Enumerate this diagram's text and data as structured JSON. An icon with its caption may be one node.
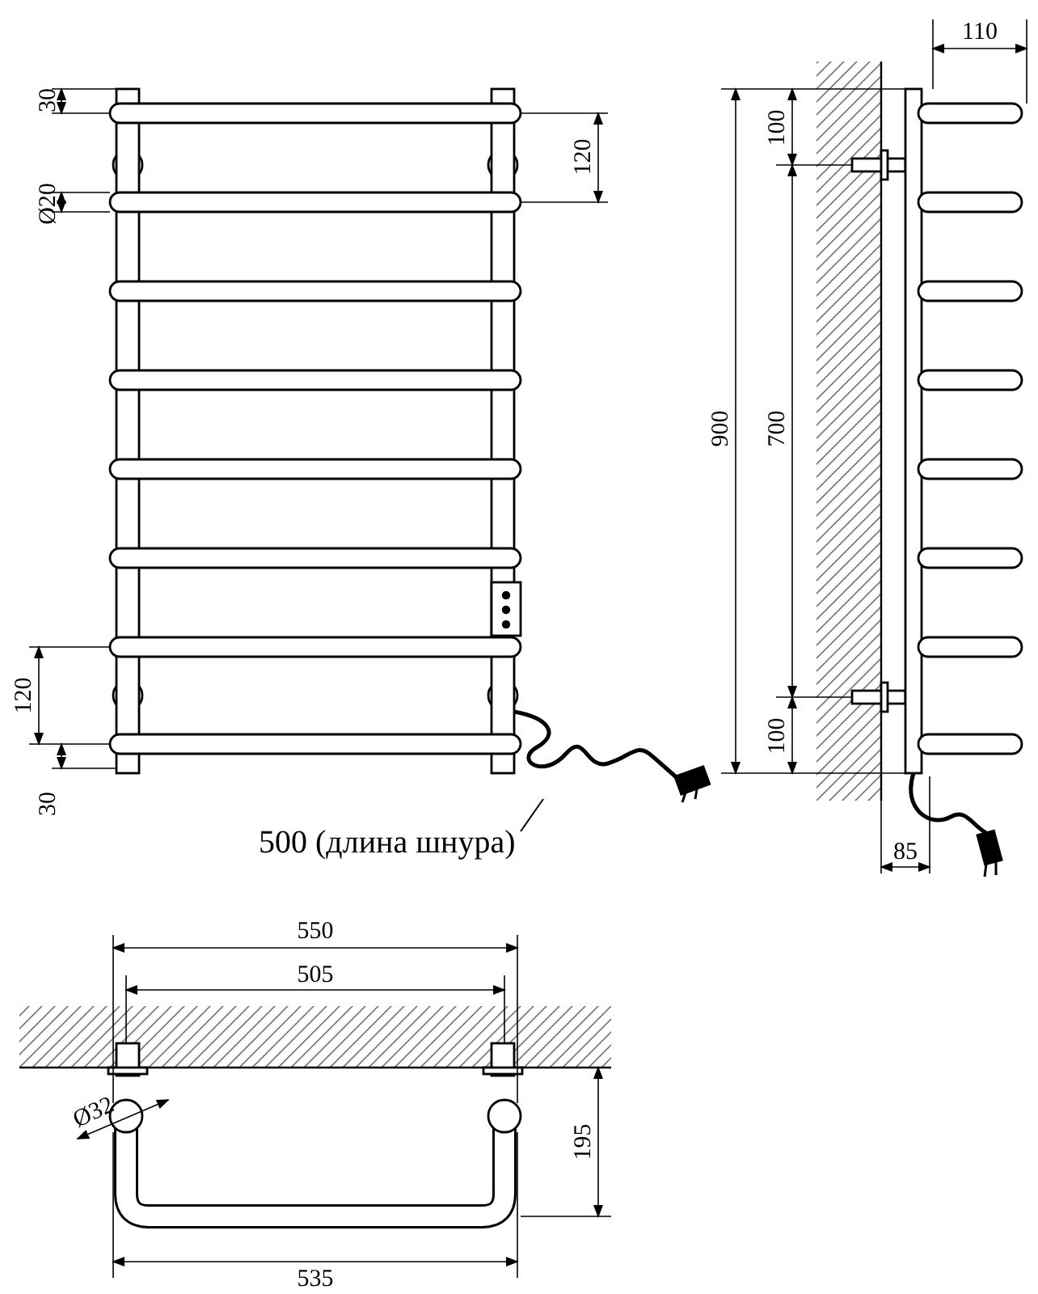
{
  "diagram": {
    "nodes": [
      {
        "text": [
          "500 (длина шнура)"
        ]
      },
      {
        "text": [],
        "shape": "picture"
      }
    ],
    "edges": [
      {
        "from": 0,
        "to": 1,
        "arrow": "none"
      }
    ],
    "labels": [
      "30",
      "120",
      "Ø20",
      "120",
      "30",
      "110",
      "100",
      "900",
      "700",
      "100",
      "85",
      "550",
      "505",
      "Ø32",
      "195",
      "535"
    ]
  }
}
